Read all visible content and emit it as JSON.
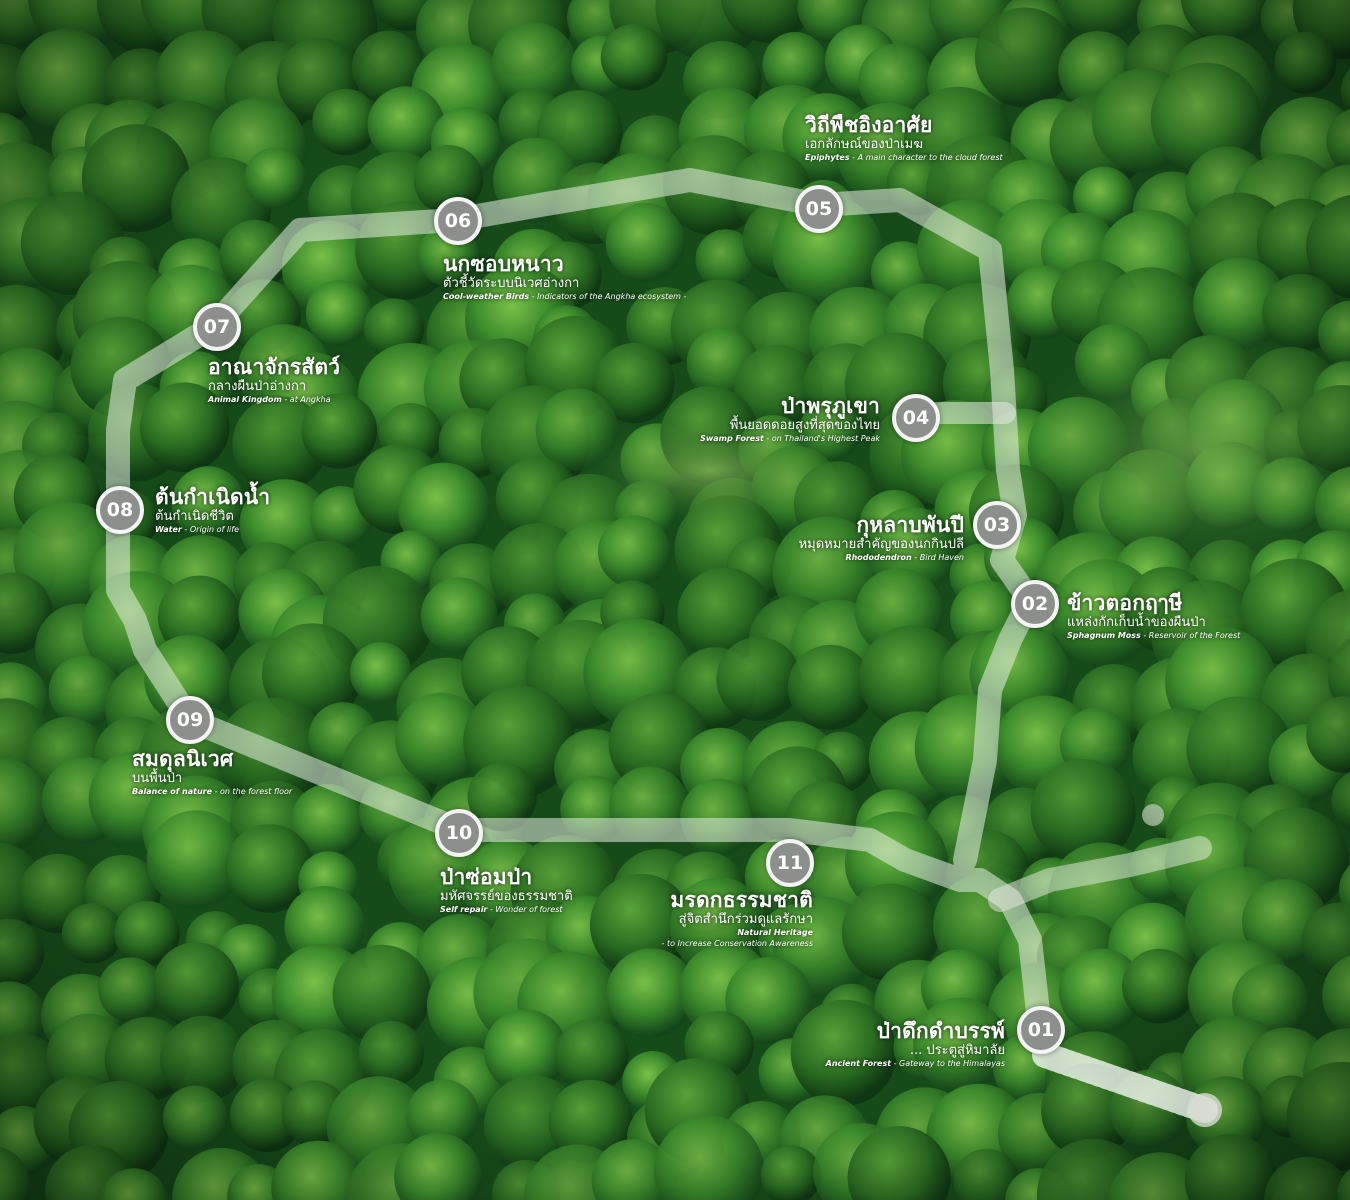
{
  "stops": [
    {
      "number": "01",
      "title": "ป่าดึกดำบรรพ์",
      "subtitle": "... ประตูสู่หิมาลัย",
      "en_name": "Ancient Forest",
      "en_desc": "- Gateway to the Himalayas"
    },
    {
      "number": "02",
      "title": "ข้าวตอกฤๅษี",
      "subtitle": "แหล่งกักเก็บน้ำของผืนป่า",
      "en_name": "Sphagnum Moss",
      "en_desc": "- Reservoir of the Forest"
    },
    {
      "number": "03",
      "title": "กุหลาบพันปี",
      "subtitle": "หมุดหมายสำคัญของนกกินปลี",
      "en_name": "Rhododendron",
      "en_desc": "- Bird Haven"
    },
    {
      "number": "04",
      "title": "ป่าพรุภูเขา",
      "subtitle": "พื้นยอดดอยสูงที่สุดของไทย",
      "en_name": "Swamp Forest",
      "en_desc": "- on Thailand's Highest Peak"
    },
    {
      "number": "05",
      "title": "วิถีพืชอิงอาศัย",
      "subtitle": "เอกลักษณ์ของป่าเมฆ",
      "en_name": "Epiphytes",
      "en_desc": "- A main character to the cloud forest"
    },
    {
      "number": "06",
      "title": "นกซอบหนาว",
      "subtitle": "ตัวชี้วัดระบบนิเวศอ่างกา",
      "en_name": "Cool-weather Birds",
      "en_desc": "- Indicators of the Angkha ecosystem -"
    },
    {
      "number": "07",
      "title": "อาณาจักรสัตว์",
      "subtitle": "กลางผืนป่าอ่างกา",
      "en_name": "Animal Kingdom",
      "en_desc": "- at Angkha"
    },
    {
      "number": "08",
      "title": "ต้นกำเนิดน้ำ",
      "subtitle": "ต้นกำเนิดชีวิต",
      "en_name": "Water",
      "en_desc": "- Origin of life"
    },
    {
      "number": "09",
      "title": "สมดุลนิเวศ",
      "subtitle": "บนพื้นป่า",
      "en_name": "Balance of nature",
      "en_desc": "- on the forest floor"
    },
    {
      "number": "10",
      "title": "ป่าซ่อมป่า",
      "subtitle": "มหัศจรรย์ของธรรมชาติ",
      "en_name": "Self repair",
      "en_desc": "- Wonder of forest"
    },
    {
      "number": "11",
      "title": "มรดกธรรมชาติ",
      "subtitle": "สู่จิตสำนึกร่วมดูแลรักษา",
      "en_name": "Natural Heritage",
      "en_desc": "- to Increase Conservation Awareness"
    }
  ],
  "colors": {
    "forest_dark": "#0f3a14",
    "forest_mid": "#2f7a26",
    "forest_light": "#5ea83a",
    "path": "#e8ece4",
    "marker_fill": "#8c8f8c",
    "marker_ring": "#f4f4f4"
  }
}
